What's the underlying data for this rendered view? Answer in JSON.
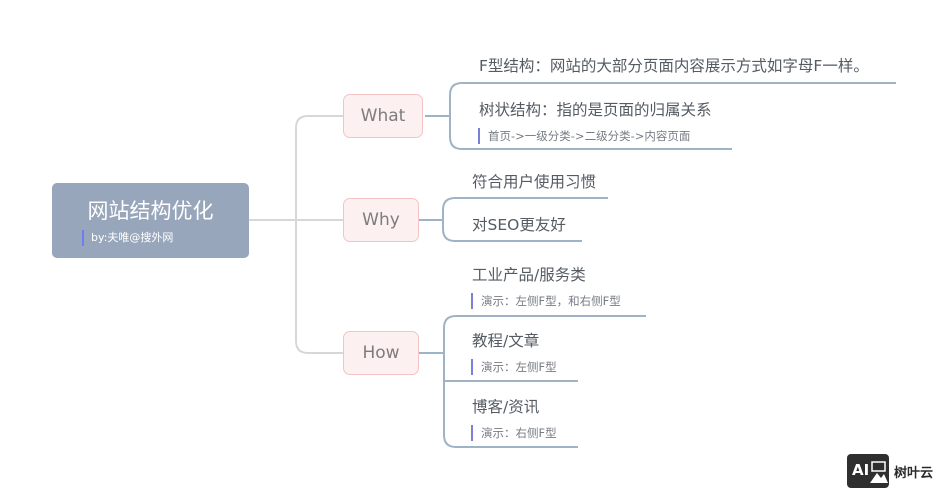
{
  "root": {
    "title": "网站结构优化",
    "note": "by:夫唯@搜外网"
  },
  "branches": [
    {
      "label": "What",
      "children": [
        {
          "text": "F型结构：网站的大部分页面内容展示方式如字母F一样。"
        },
        {
          "text": "树状结构：指的是页面的归属关系",
          "note": "首页->一级分类->二级分类->内容页面"
        }
      ]
    },
    {
      "label": "Why",
      "children": [
        {
          "text": "符合用户使用习惯"
        },
        {
          "text": "对SEO更友好"
        }
      ]
    },
    {
      "label": "How",
      "children": [
        {
          "text": "工业产品/服务类",
          "note": "演示：左侧F型，和右侧F型"
        },
        {
          "text": "教程/文章",
          "note": "演示：左侧F型"
        },
        {
          "text": "博客/资讯",
          "note": "演示：右侧F型"
        }
      ]
    }
  ],
  "watermark": {
    "badge": "AI",
    "text": "树叶云"
  },
  "colors": {
    "root_fill": "#98a6bb",
    "branch_fill": "#fdf0f0",
    "branch_border": "#f4c4c4",
    "root_connector": "#d7d7d7",
    "leaf_connector": "#9fb3c6",
    "note_bar": "#7b7fd6"
  }
}
